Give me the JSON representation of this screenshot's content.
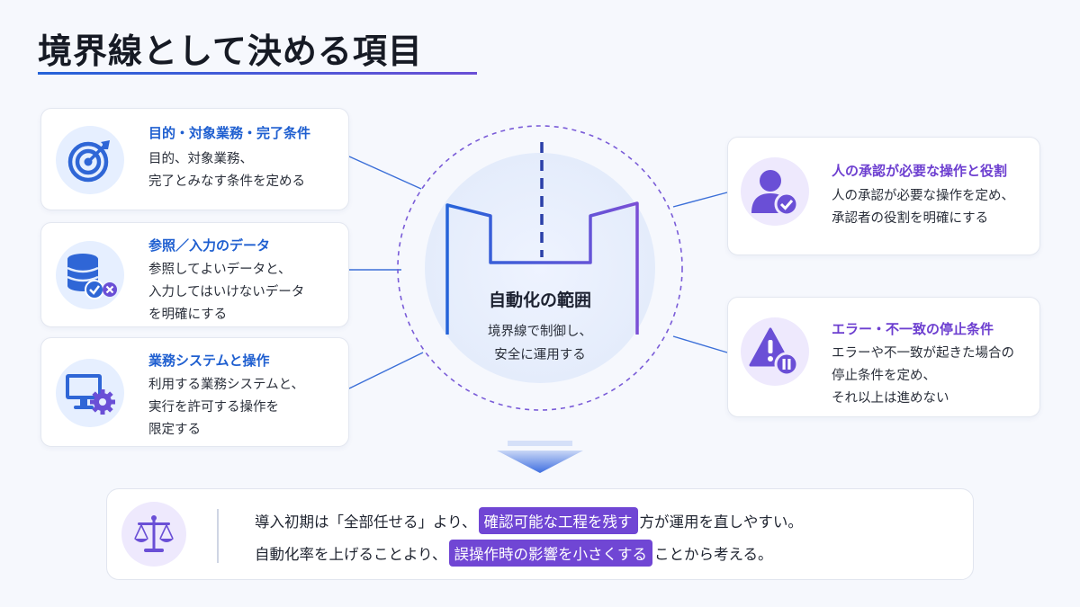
{
  "title": "境界線として決める項目",
  "left_cards": [
    {
      "title": "目的・対象業務・完了条件",
      "lines": [
        "目的、対象業務、",
        "完了とみなす条件を定める"
      ]
    },
    {
      "title": "参照／入力のデータ",
      "lines": [
        "参照してよいデータと、",
        "入力してはいけないデータ",
        "を明確にする"
      ]
    },
    {
      "title": "業務システムと操作",
      "lines": [
        "利用する業務システムと、",
        "実行を許可する操作を",
        "限定する"
      ]
    }
  ],
  "right_cards": [
    {
      "title": "人の承認が必要な操作と役割",
      "lines": [
        "人の承認が必要な操作を定め、",
        "承認者の役割を明確にする"
      ]
    },
    {
      "title": "エラー・不一致の停止条件",
      "lines": [
        "エラーや不一致が起きた場合の",
        "停止条件を定め、",
        "それ以上は進めない"
      ]
    }
  ],
  "center": {
    "title": "自動化の範囲",
    "lines": [
      "境界線で制御し、",
      "安全に運用する"
    ]
  },
  "bottom": {
    "line1": {
      "pre": "導入初期は「全部任せる」より、",
      "highlight": "確認可能な工程を残す",
      "post": "方が運用を直しやすい。"
    },
    "line2": {
      "pre": "自動化率を上げることより、",
      "highlight": "誤操作時の影響を小さくする",
      "post": "ことから考える。"
    }
  },
  "icons": [
    "target-icon",
    "database-check-icon",
    "monitor-gear-icon",
    "user-check-icon",
    "warning-pause-icon",
    "scale-icon",
    "down-arrow-icon"
  ],
  "colors": {
    "blue": "#2563d9",
    "purple": "#6a4fd6",
    "highlight": "#7046d4"
  }
}
